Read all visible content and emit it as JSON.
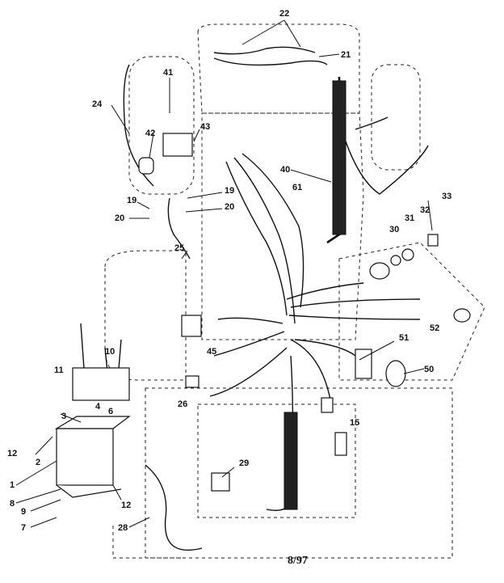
{
  "diagram": {
    "footer_code": "8/97",
    "callouts": [
      "22",
      "21",
      "41",
      "24",
      "42",
      "43",
      "40",
      "61",
      "19",
      "19",
      "20",
      "20",
      "33",
      "32",
      "31",
      "30",
      "25",
      "52",
      "45",
      "51",
      "10",
      "11",
      "50",
      "3",
      "4",
      "6",
      "26",
      "15",
      "12",
      "2",
      "29",
      "1",
      "8",
      "9",
      "12",
      "7",
      "28"
    ]
  }
}
